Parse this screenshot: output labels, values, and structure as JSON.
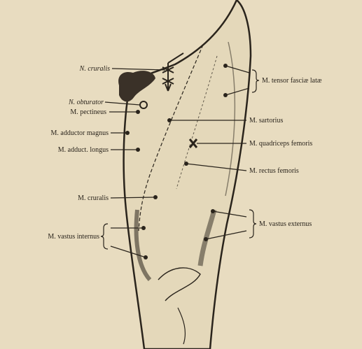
{
  "labels": {
    "n_cruralis": "N. cruralis",
    "n_obturator": "N. obturator",
    "m_pectineus": "M. pectineus",
    "m_adductor_magnus": "M. adductor magnus",
    "m_adduct_longus": "M. adduct. longus",
    "m_cruralis": "M. cruralis",
    "m_vastus_internus": "M. vastus internus",
    "m_tensor": "M. tensor fasciæ latæ",
    "m_sartorius": "M. sartorius",
    "m_quadriceps": "M. quadriceps femoris",
    "m_rectus": "M. rectus femoris",
    "m_vastus_externus": "M. vastus externus"
  },
  "colors": {
    "background": "#e8dcc0",
    "ink": "#2a241c",
    "thigh_fill": "#e4d8ba"
  }
}
